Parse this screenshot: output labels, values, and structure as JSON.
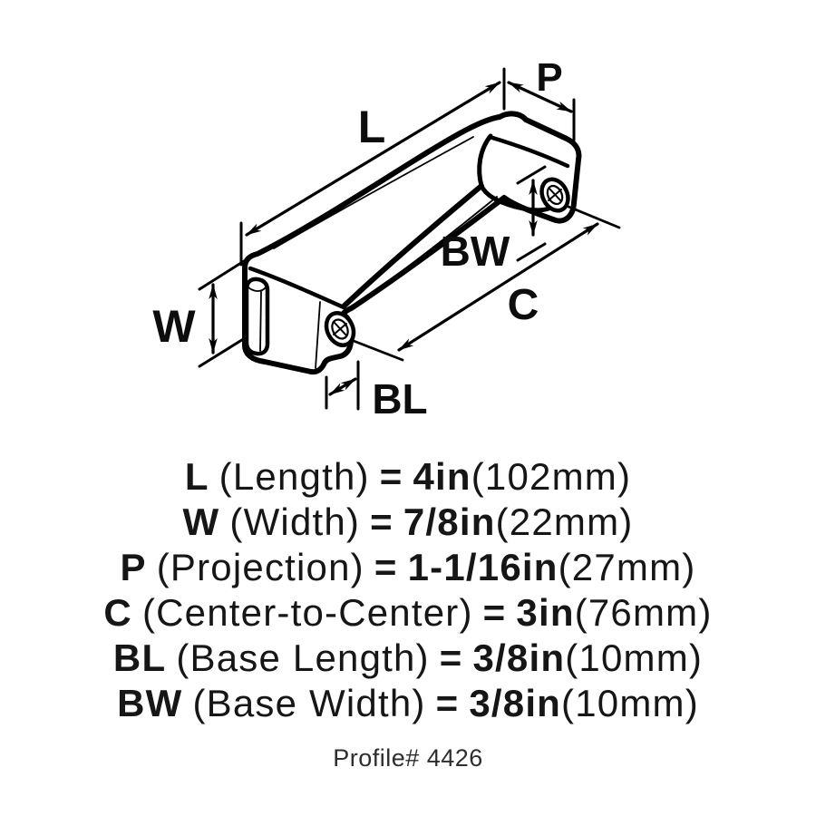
{
  "diagram": {
    "dimension_labels": {
      "length": "L",
      "projection": "P",
      "base_width": "BW",
      "center_to_center": "C",
      "width": "W",
      "base_length": "BL"
    }
  },
  "specs": [
    {
      "code": "L",
      "name": "(Length)",
      "equals": "=",
      "value": "4in",
      "metric": "(102mm)"
    },
    {
      "code": "W",
      "name": "(Width)",
      "equals": "=",
      "value": "7/8in",
      "metric": "(22mm)"
    },
    {
      "code": "P",
      "name": "(Projection)",
      "equals": "=",
      "value": "1-1/16in",
      "metric": "(27mm)"
    },
    {
      "code": "C",
      "name": "(Center-to-Center)",
      "equals": "=",
      "value": "3in",
      "metric": "(76mm)"
    },
    {
      "code": "BL",
      "name": "(Base Length)",
      "equals": "=",
      "value": "3/8in",
      "metric": "(10mm)"
    },
    {
      "code": "BW",
      "name": "(Base Width)",
      "equals": "=",
      "value": "3/8in",
      "metric": "(10mm)"
    }
  ],
  "footer": {
    "profile": "Profile# 4426"
  },
  "colors": {
    "line": "#000000",
    "text": "#161616"
  }
}
